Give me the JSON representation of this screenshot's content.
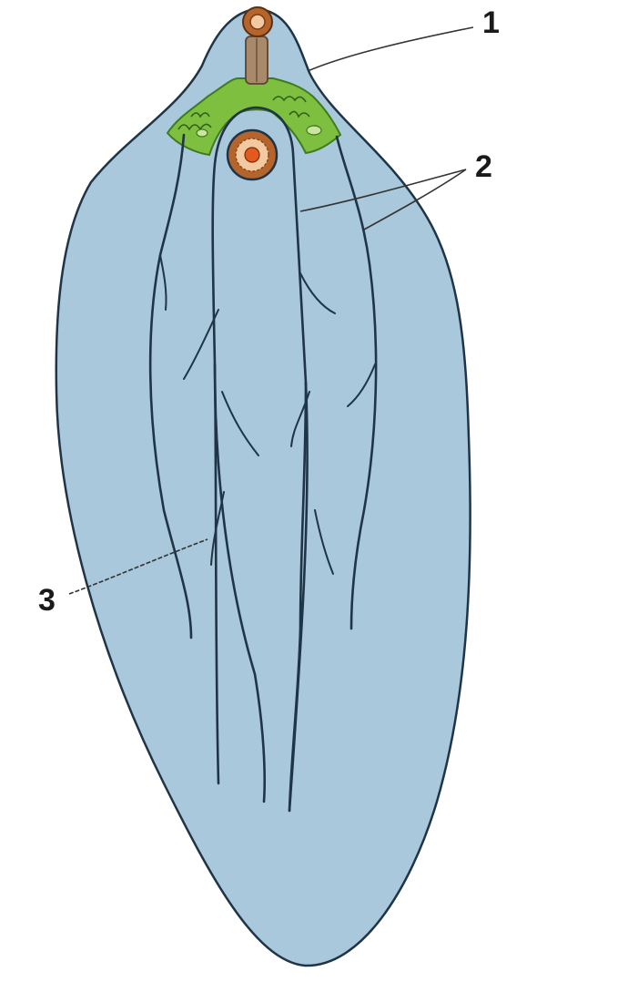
{
  "labels": {
    "label_1": "1",
    "label_2": "2",
    "label_3": "3"
  },
  "colors": {
    "blade": "#a9c8dc",
    "outline": "#1f3447",
    "green_tissue": "#7fbf3f",
    "green_dark": "#3f7a1f",
    "bud_outer": "#b5652b",
    "bud_inner": "#f2c9a0",
    "bud_center": "#e25a1c"
  }
}
